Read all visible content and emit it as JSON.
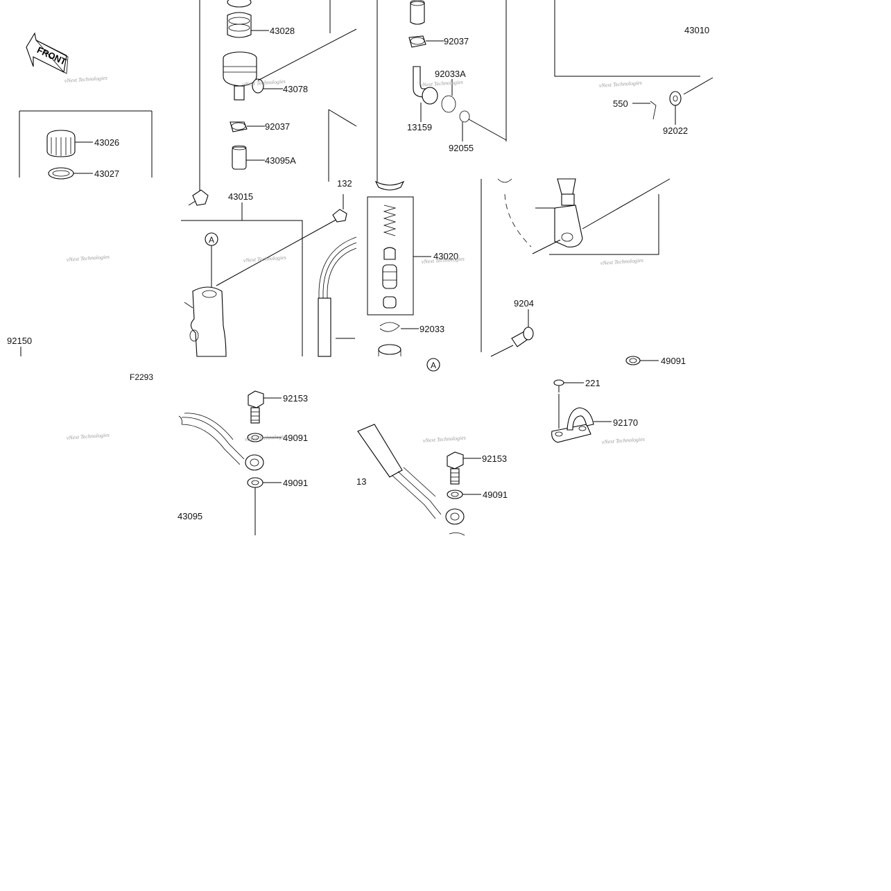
{
  "diagram": {
    "front_arrow_text": "FRONT",
    "code": "F2293",
    "watermark_text": "vNext Technologies",
    "callout_marker": "A",
    "labels": {
      "l_43028": "43028",
      "l_43078": "43078",
      "l_92037_a": "92037",
      "l_43095a": "43095A",
      "l_43026": "43026",
      "l_43027": "43027",
      "l_43015": "43015",
      "l_132": "132",
      "l_92150": "92150",
      "l_92037_b": "92037",
      "l_92033a": "92033A",
      "l_13159": "13159",
      "l_92055": "92055",
      "l_43020": "43020",
      "l_92033": "92033",
      "l_43010": "43010",
      "l_550": "550",
      "l_92022": "92022",
      "l_9204": "9204",
      "l_49091_a": "49091",
      "l_221": "221",
      "l_92170": "92170",
      "l_92153_a": "92153",
      "l_49091_b": "49091",
      "l_49091_c": "49091",
      "l_43095": "43095",
      "l_92153_b": "92153",
      "l_49091_d": "49091",
      "l_13_partial": "13"
    }
  }
}
